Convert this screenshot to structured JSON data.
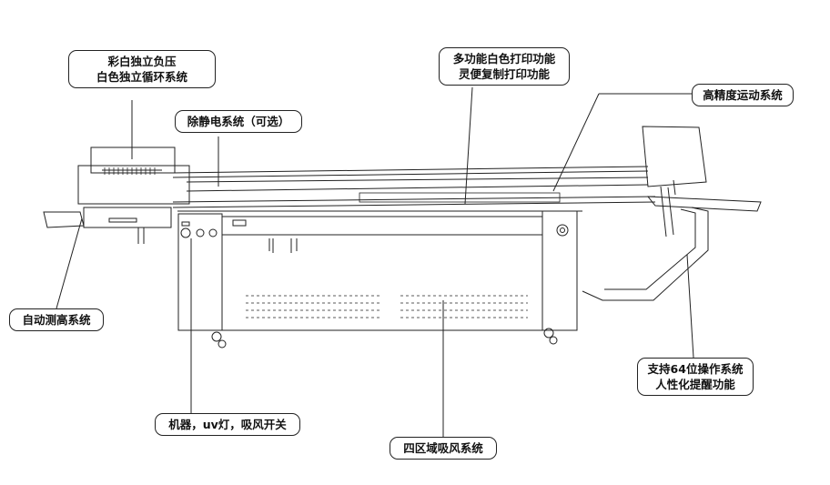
{
  "labels": {
    "suction_top": {
      "line1": "彩白独立负压",
      "line2": "白色独立循环系统"
    },
    "static_removal": {
      "line1": "除静电系统（可选）"
    },
    "white_print": {
      "line1": "多功能白色打印功能",
      "line2": "灵便复制打印功能"
    },
    "motion": {
      "line1": "高精度运动系统"
    },
    "auto_height": {
      "line1": "自动测高系统"
    },
    "os_64": {
      "line1": "支持64位操作系统",
      "line2": "人性化提醒功能"
    },
    "switches": {
      "line1": "机器，uv灯，吸风开关"
    },
    "vacuum_zones": {
      "line1": "四区域吸风系统"
    }
  },
  "colors": {
    "line": "#222222",
    "background": "#ffffff"
  }
}
